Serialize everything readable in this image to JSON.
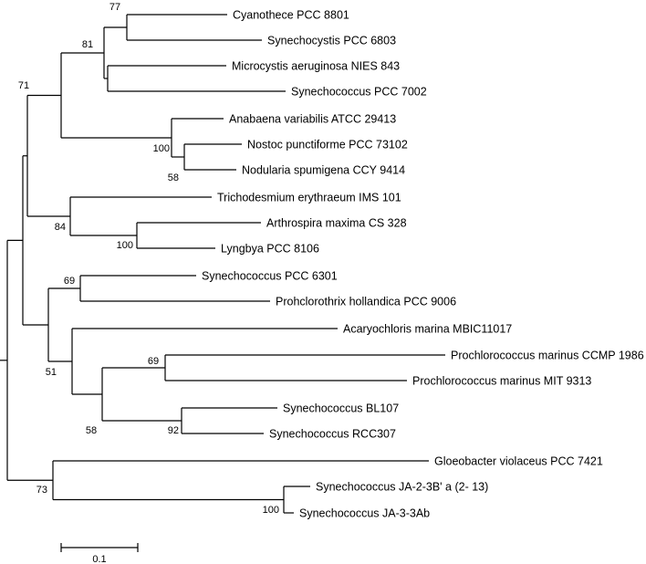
{
  "taxa": [
    "Cyanothece PCC 8801",
    "Synechocystis PCC 6803",
    "Microcystis aeruginosa NIES 843",
    "Synechococcus PCC 7002",
    "Anabaena variabilis ATCC 29413",
    "Nostoc punctiforme PCC 73102",
    "Nodularia spumigena CCY 9414",
    "Trichodesmium erythraeum IMS 101",
    "Arthrospira maxima CS 328",
    "Lyngbya PCC 8106",
    "Synechococcus PCC 6301",
    "Prohclorothrix hollandica PCC 9006",
    "Acaryochloris marina MBIC11017",
    "Prochlorococcus marinus CCMP 1986",
    "Prochlorococcus marinus MIT 9313",
    "Synechococcus BL107",
    "Synechococcus RCC307",
    "Gloeobacter violaceus PCC 7421",
    "Synechococcus JA-2-3B' a (2- 13)",
    "Synechococcus JA-3-3Ab"
  ],
  "bootstrap": {
    "b77": "77",
    "b81": "81",
    "b71": "71",
    "b100a": "100",
    "b58a": "58",
    "b84": "84",
    "b100b": "100",
    "b69a": "69",
    "b51": "51",
    "b69b": "69",
    "b58b": "58",
    "b92": "92",
    "b73": "73",
    "b100c": "100"
  },
  "scale_bar": {
    "label": "0.1",
    "length": 0.1
  }
}
